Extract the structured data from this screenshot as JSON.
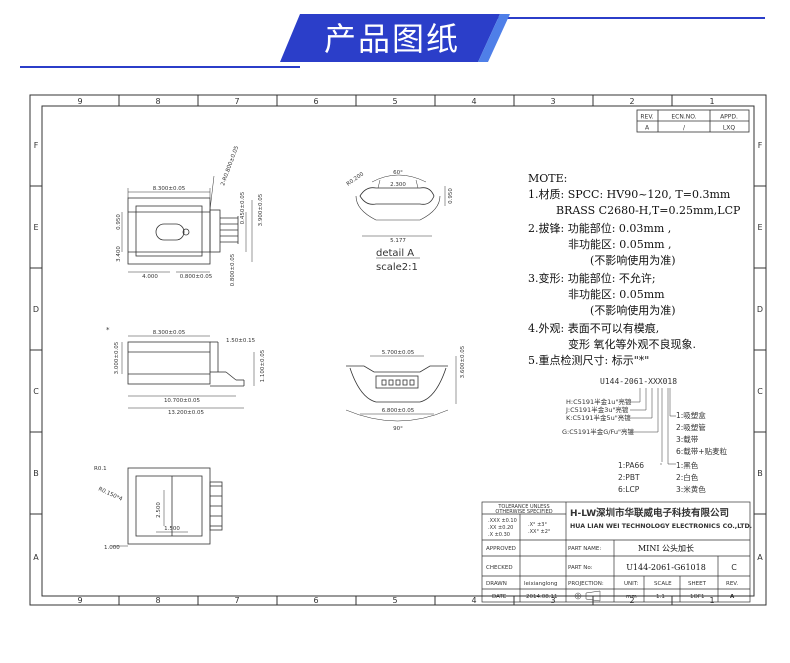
{
  "banner": {
    "title": "产品图纸"
  },
  "frame": {
    "top_numbers": [
      "9",
      "8",
      "7",
      "6",
      "5",
      "4",
      "3",
      "2",
      "1"
    ],
    "bottom_numbers": [
      "9",
      "8",
      "7",
      "6",
      "5",
      "4",
      "3",
      "2",
      "1"
    ],
    "left_letters": [
      "F",
      "E",
      "D",
      "C",
      "B",
      "A"
    ],
    "right_letters": [
      "F",
      "E",
      "D",
      "C",
      "B",
      "A"
    ]
  },
  "rev_table": {
    "headers": [
      "REV.",
      "ECN.NO.",
      "APPD."
    ],
    "values": [
      "A",
      "/",
      "LXQ"
    ]
  },
  "views": {
    "top": {
      "dim_width": "8.300±0.05",
      "dim_radius": "2-R0.800±0.05",
      "dim_h_left": "0.950",
      "dim_h_left2": "3.400",
      "dim_right1": "0.450±0.05",
      "dim_right2": "3.900±0.05",
      "dim_right3": "0.800±0.05",
      "dim_bottom1": "4.000",
      "dim_bottom2": "0.800±0.05"
    },
    "detail": {
      "angle": "60°",
      "radius": "R0.200",
      "width1": "2.300",
      "width2": "5.177",
      "height": "0.950",
      "label": "detail  A",
      "scale": "scale2:1"
    },
    "side": {
      "star": "*",
      "dim_width": "8.300±0.05",
      "dim_r": "1.50±0.15",
      "dim_h1": "3.000±0.05",
      "dim_h2": "1.100±0.05",
      "dim_len1": "10.700±0.05",
      "dim_len2": "13.200±0.05"
    },
    "front": {
      "dim_top": "5.700±0.05",
      "dim_h": "3.600±0.05",
      "dim_bottom": "6.800±0.05",
      "angle": "90°"
    },
    "small": {
      "dim_r1": "R0.1",
      "dim_r2": "R0.150*4",
      "dim_h": "2.500",
      "dim_w": "1.500",
      "dim_left": "1.000"
    }
  },
  "notes": {
    "title": "MOTE:",
    "lines": [
      "1.材质: SPCC: HV90~120, T=0.3mm",
      "BRASS C2680-H,T=0.25mm,LCP",
      "2.拔锋:  功能部位: 0.03mm ,",
      "非功能区: 0.05mm ,",
      "(不影响使用为准)",
      "3.变形:  功能部位:  不允许;",
      "非功能区:  0.05mm",
      "(不影响使用为准)",
      "4.外观:  表面不可以有模痕,",
      "变形  氧化等外观不良现象.",
      "5.重点检测尺寸: 标示\"*\""
    ]
  },
  "part_code": {
    "code": "U144-2061-XXX018",
    "plating": [
      "H:C5191半金1u\"亮镀",
      "J:C5191半金3u\"亮镀",
      "K:C5191半金5u\"亮镀",
      "G:C5191半金G/Fu\"亮镀"
    ],
    "packaging": [
      "1:吸塑盒",
      "2:吸塑管",
      "3:载带",
      "6:载带+贴麦粒"
    ],
    "material": [
      "1:PA66",
      "2:PBT",
      "6:LCP"
    ],
    "color": [
      "1:黑色",
      "2:白色",
      "3:米黄色"
    ]
  },
  "title_block": {
    "tolerance_title": "TOLERANCE UNLESS",
    "tolerance_sub": "OTHERWISE SPECIFIED",
    "tol": [
      ".XXX  ±0.10",
      ".XX  ±0.20",
      ".X  ±0.30",
      ".X°  ±3°",
      ".XX°  ±2°"
    ],
    "company_logo": "H-LW",
    "company_cn": "深圳市华联威电子科技有限公司",
    "company_en": "HUA LIAN WEI TECHNOLOGY ELECTRONICS CO.,LTD.",
    "approved": "APPROVED",
    "checked": "CHECKED",
    "drawn": "DRAWN",
    "date_label": "DATE",
    "drawn_by": "leixianglong",
    "date": "2014.08.11",
    "part_name_label": "PART NAME:",
    "part_name": "MINI 公头加长",
    "part_no_label": "PART No:",
    "part_no": "U144-2061-G61018",
    "rev_cell": "C",
    "projection_label": "PROJECTION:",
    "unit_label": "UNIT:",
    "unit": "mm",
    "scale_label": "SCALE",
    "scale": "1:1",
    "sheet_label": "SHEET",
    "sheet": "1OF1",
    "rev_label": "REV.",
    "rev": "A"
  },
  "colors": {
    "banner_blue": "#2b3ec9",
    "banner_light": "#3d6fe0",
    "line": "#333333"
  }
}
